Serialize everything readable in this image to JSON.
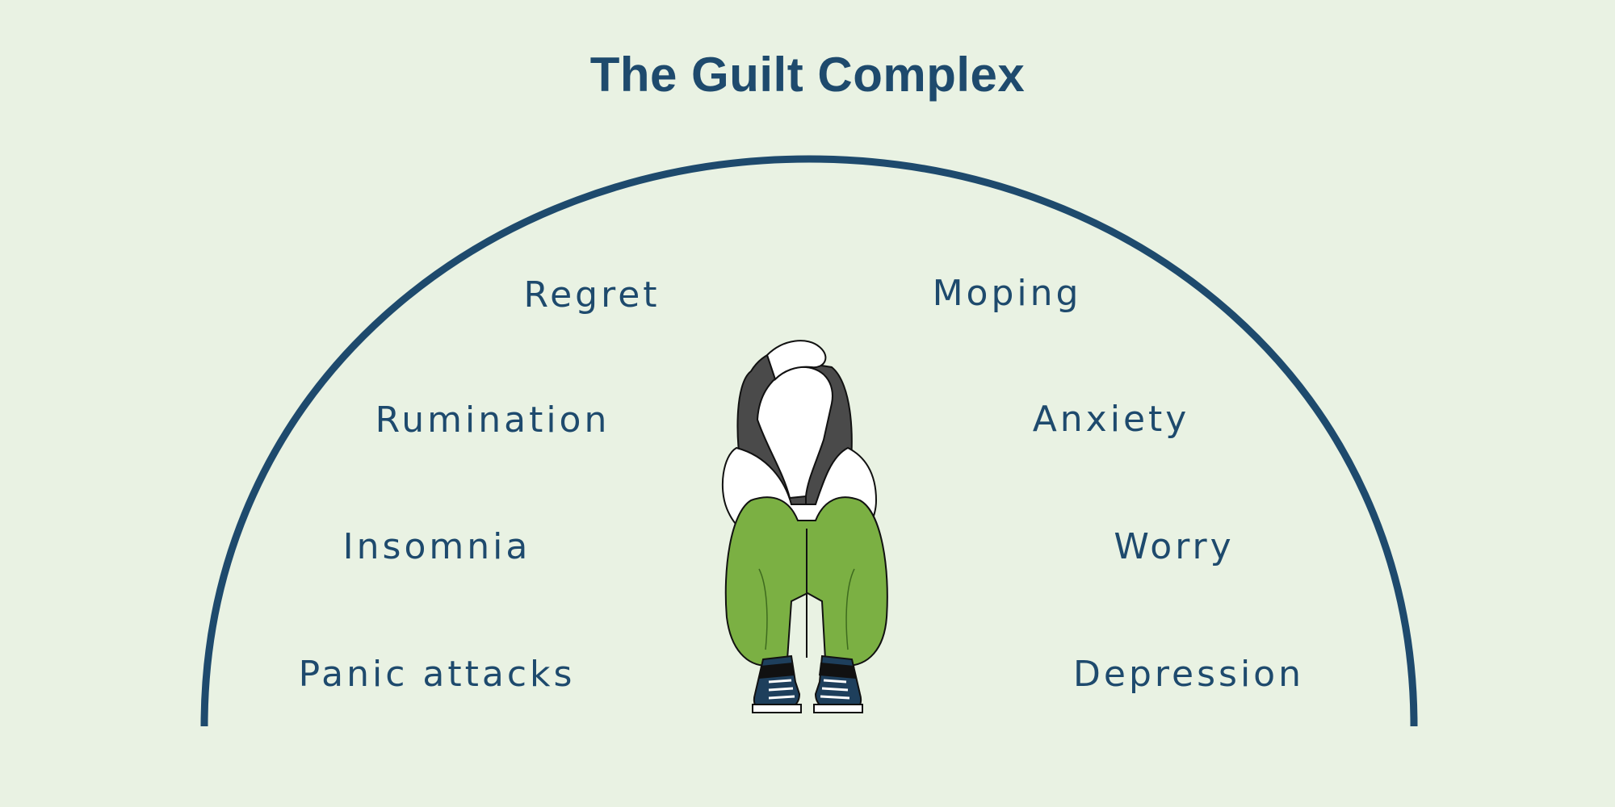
{
  "diagram": {
    "title": "The Guilt Complex",
    "left_terms": [
      "Regret",
      "Rumination",
      "Insomnia",
      "Panic attacks"
    ],
    "right_terms": [
      "Moping",
      "Anxiety",
      "Worry",
      "Depression"
    ],
    "colors": {
      "background": "#e9f2e3",
      "accent": "#1e4a6d",
      "pants": "#7bb043",
      "hair": "#4a4a4a",
      "shoes": "#1e3f5c"
    },
    "illustration": "person-sitting-hugging-knees-icon"
  }
}
